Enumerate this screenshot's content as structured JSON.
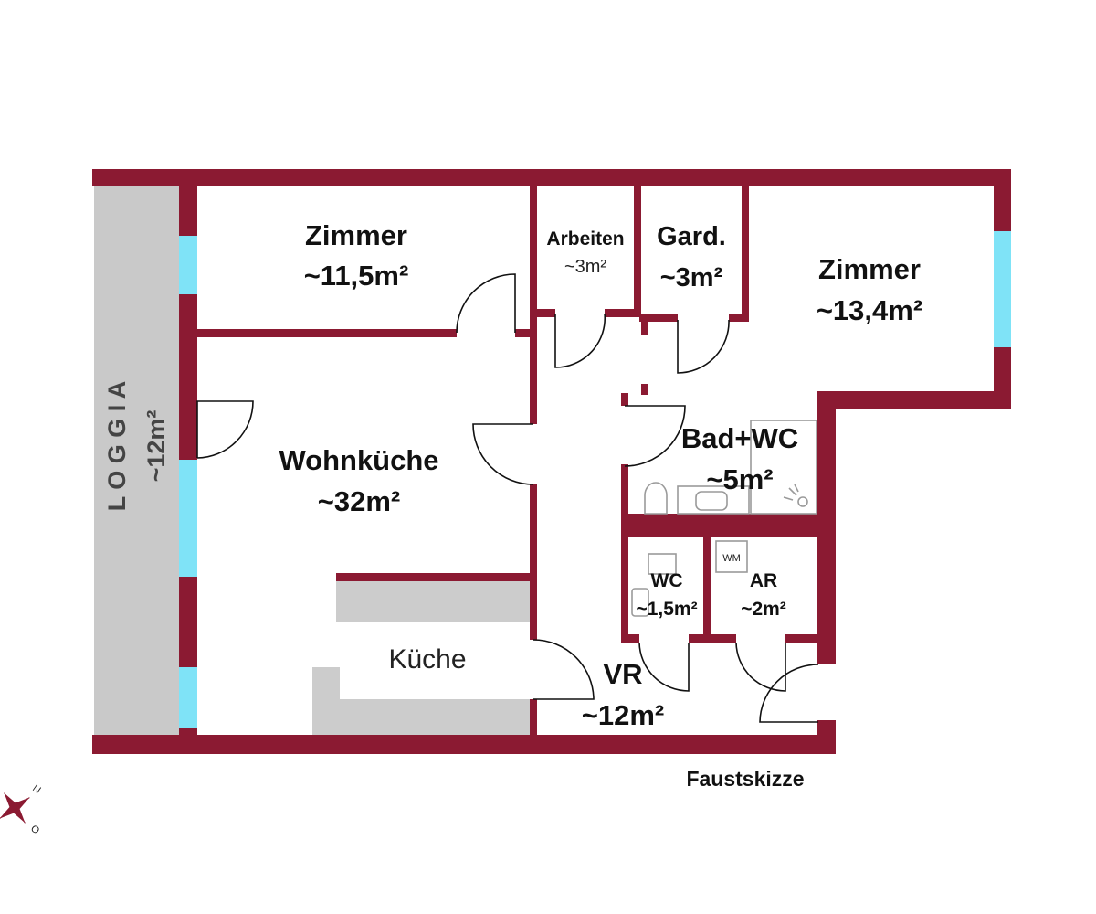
{
  "colors": {
    "wall": "#8b1a32",
    "window": "#7fe3f7",
    "loggia": "#c9c9c9",
    "counter": "#cccccc",
    "fixture": "#9a9a9a"
  },
  "rooms": {
    "zimmer_left": {
      "name": "Zimmer",
      "area": "~11,5m²"
    },
    "arbeiten": {
      "name": "Arbeiten",
      "area": "~3m²"
    },
    "gard": {
      "name": "Gard.",
      "area": "~3m²"
    },
    "zimmer_right": {
      "name": "Zimmer",
      "area": "~13,4m²"
    },
    "wohnkueche": {
      "name": "Wohnküche",
      "area": "~32m²"
    },
    "kueche": {
      "name": "Küche"
    },
    "bad": {
      "name": "Bad+WC",
      "area": "~5m²"
    },
    "wc": {
      "name": "WC",
      "area": "~1,5m²"
    },
    "ar": {
      "name": "AR",
      "area": "~2m²"
    },
    "vr": {
      "name": "VR",
      "area": "~12m²"
    },
    "loggia": {
      "name": "L O G G I A",
      "area": "~12m²"
    }
  },
  "fixtures": {
    "washing_machine": "WM"
  },
  "caption": "Faustskizze",
  "compass": {
    "north": "N",
    "east": "O"
  },
  "icons": [
    "compass-icon",
    "washing-machine-icon",
    "toilet-icon",
    "sink-icon",
    "shower-icon"
  ]
}
